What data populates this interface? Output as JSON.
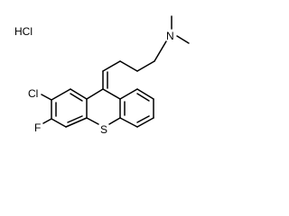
{
  "molecule": {
    "salt": "HCl",
    "atoms": {
      "chlorine": "Cl",
      "fluorine": "F",
      "sulfur": "S",
      "nitrogen": "N"
    }
  },
  "colors": {
    "bond": "#000000",
    "text": "#000000",
    "background": "#ffffff"
  }
}
